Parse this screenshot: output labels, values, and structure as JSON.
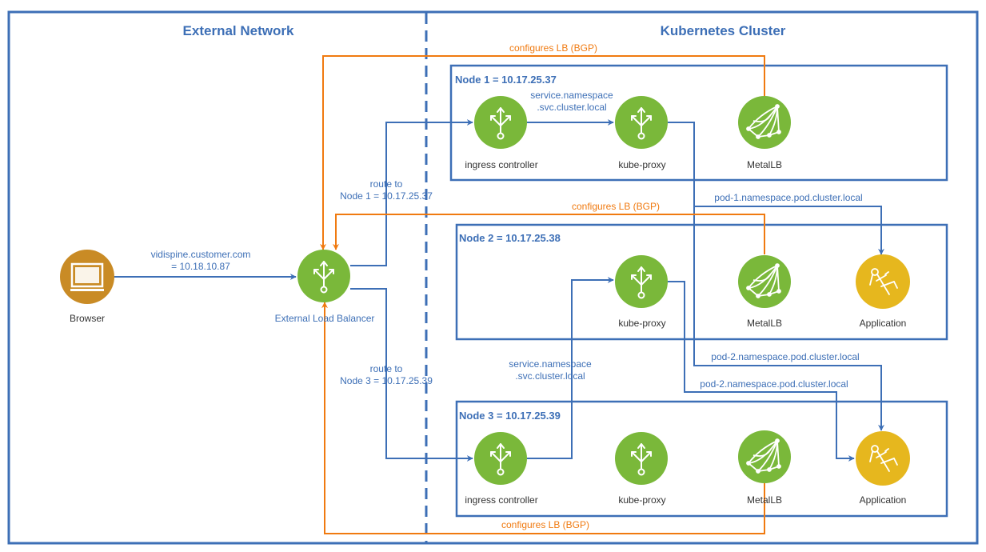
{
  "regions": {
    "external": "External Network",
    "cluster": "Kubernetes Cluster"
  },
  "nodes": {
    "n1": "Node 1 = 10.17.25.37",
    "n2": "Node 2 = 10.17.25.38",
    "n3": "Node 3 = 10.17.25.39"
  },
  "components": {
    "browser": "Browser",
    "elb": "External Load Balancer",
    "ingress1": "ingress controller",
    "kubeproxy1": "kube-proxy",
    "metallb1": "MetalLB",
    "kubeproxy2": "kube-proxy",
    "metallb2": "MetalLB",
    "app2": "Application",
    "ingress3": "ingress controller",
    "kubeproxy3": "kube-proxy",
    "metallb3": "MetalLB",
    "app3": "Application"
  },
  "edges": {
    "browser_elb_line1": "vidispine.customer.com",
    "browser_elb_line2": "= 10.18.10.87",
    "route1_line1": "route to",
    "route1_line2": "Node 1 = 10.17.25.37",
    "route3_line1": "route to",
    "route3_line2": "Node 3 = 10.17.25.39",
    "svc1_line1": "service.namespace",
    "svc1_line2": ".svc.cluster.local",
    "svc3_line1": "service.namespace",
    "svc3_line2": ".svc.cluster.local",
    "configures1": "configures LB (BGP)",
    "configures2": "configures LB (BGP)",
    "configures3": "configures LB (BGP)",
    "pod1": "pod-1.namespace.pod.cluster.local",
    "pod2a": "pod-2.namespace.pod.cluster.local",
    "pod2b": "pod-2.namespace.pod.cluster.local"
  },
  "colors": {
    "blue": "#3d6fb6",
    "orange": "#f07a10",
    "green": "#7ab83a",
    "yellow": "#e6b71e",
    "brown": "#c98b25"
  },
  "icons": {
    "browser": "monitor-icon",
    "elb": "load-balancer-icon",
    "ingress": "ingress-icon",
    "kubeproxy": "kube-proxy-icon",
    "metallb": "metallb-icon",
    "application": "application-icon"
  }
}
